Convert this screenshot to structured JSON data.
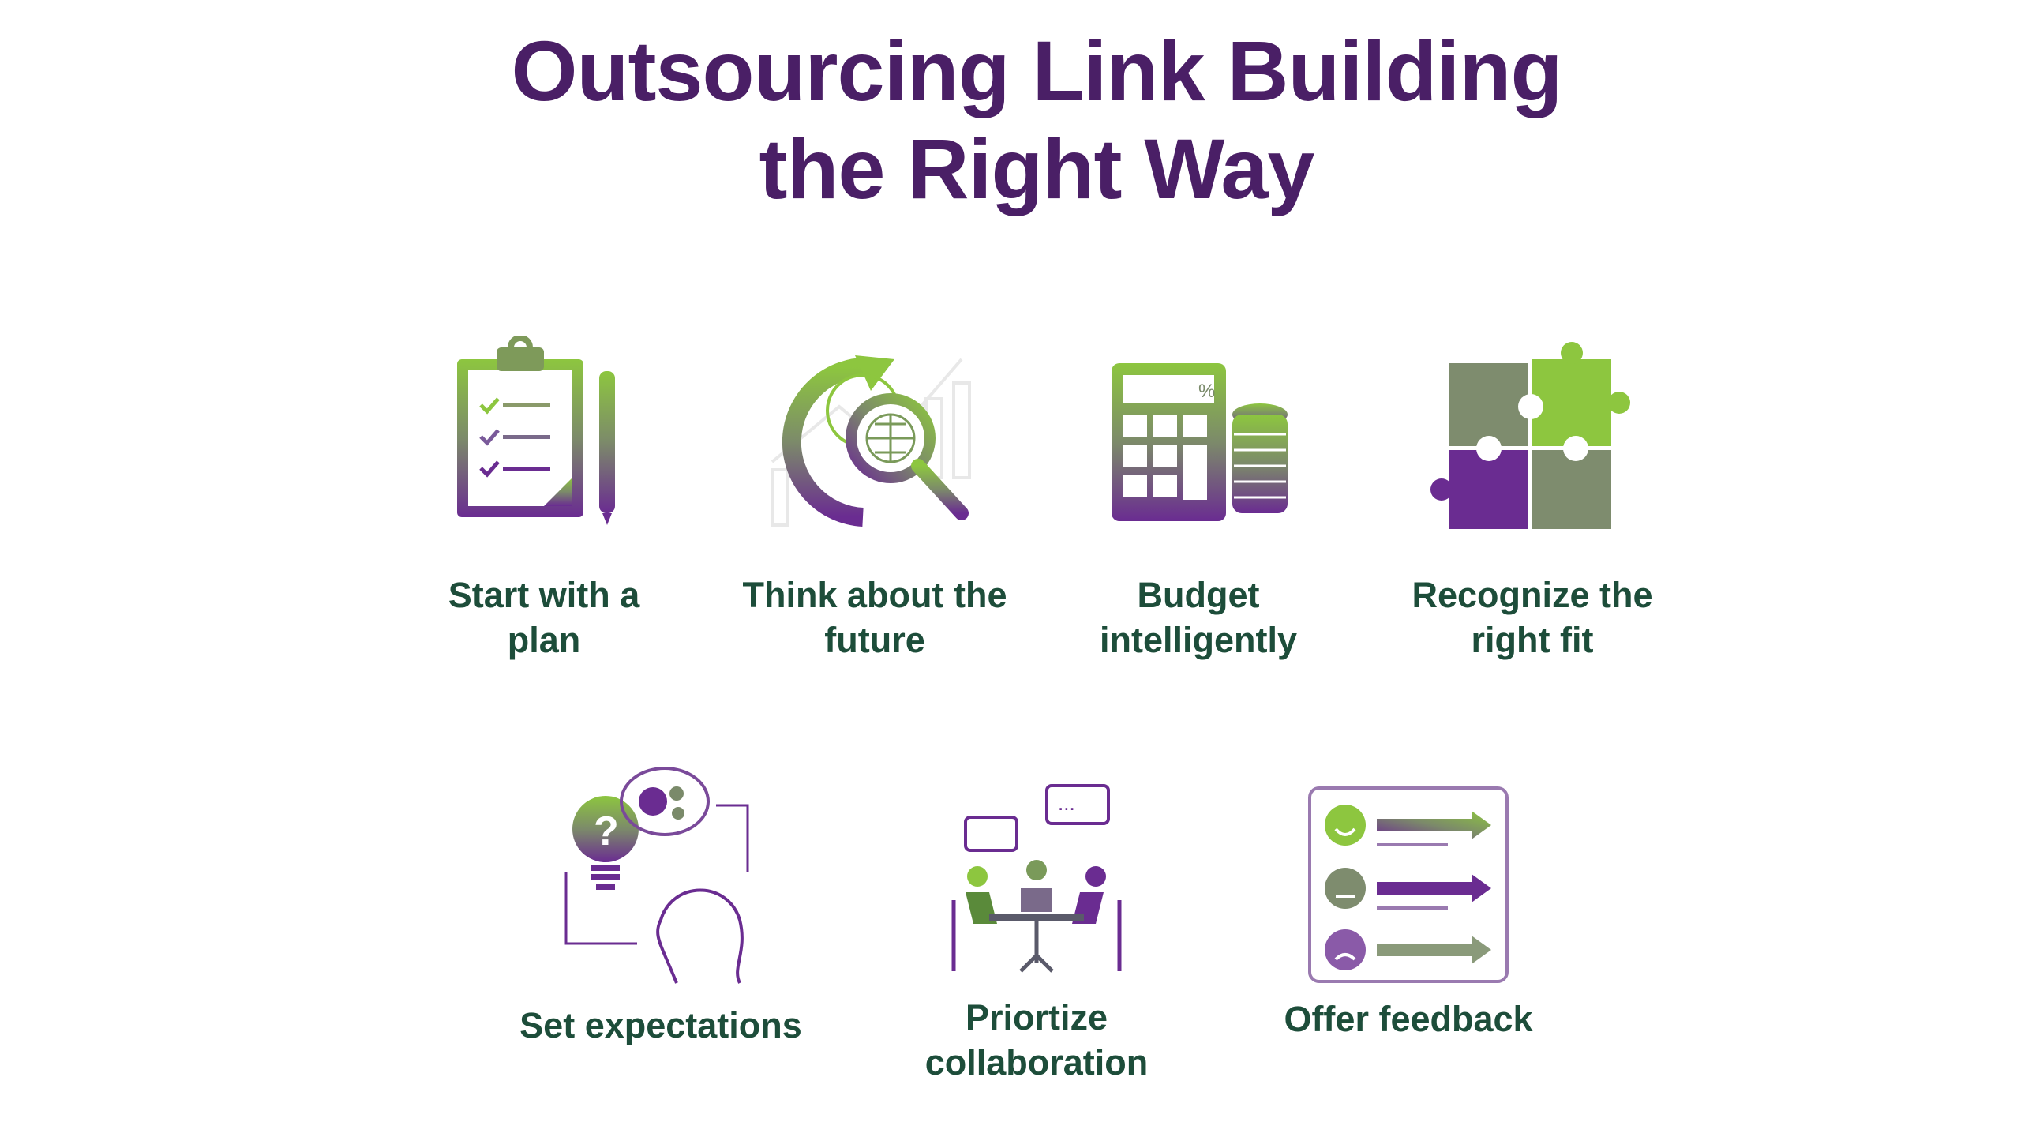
{
  "title": {
    "line1": "Outsourcing Link Building",
    "line2": "the Right Way"
  },
  "colors": {
    "title": "#4a1f66",
    "label": "#1d4d3a",
    "gradient_top": "#8dc63f",
    "gradient_bottom": "#6a2c91"
  },
  "items": [
    {
      "icon": "clipboard-checklist-icon",
      "line1": "Start with a",
      "line2": "plan"
    },
    {
      "icon": "globe-magnifier-growth-icon",
      "line1": "Think about the",
      "line2": "future"
    },
    {
      "icon": "calculator-coins-icon",
      "line1": "Budget",
      "line2": "intelligently"
    },
    {
      "icon": "puzzle-pieces-icon",
      "line1": "Recognize the",
      "line2": "right fit"
    },
    {
      "icon": "lightbulb-head-gears-icon",
      "line1": "Set expectations",
      "line2": ""
    },
    {
      "icon": "team-meeting-icon",
      "line1": "Priortize",
      "line2": "collaboration"
    },
    {
      "icon": "feedback-faces-icon",
      "line1": "Offer feedback",
      "line2": ""
    }
  ]
}
